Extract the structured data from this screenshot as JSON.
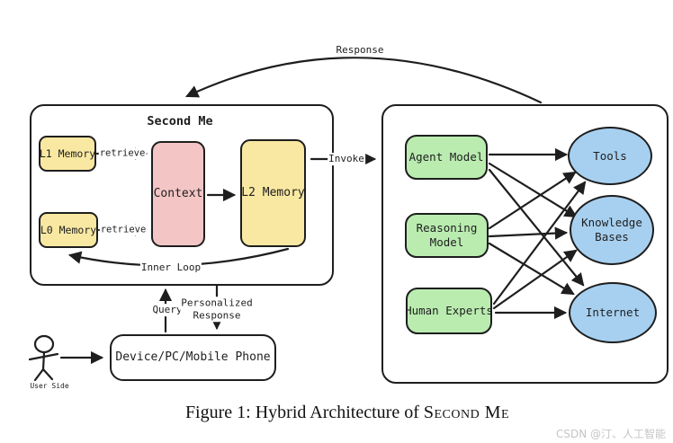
{
  "page": {
    "caption_prefix": "Figure 1: Hybrid Architecture of ",
    "caption_subject": "Second Me",
    "watermark": "CSDN @汀、人工智能"
  },
  "second_me": {
    "title": "Second Me",
    "l1_memory": "L1 Memory",
    "l0_memory": "L0 Memory",
    "context": "Context",
    "l2_memory": "L2 Memory",
    "retrieve_l1": "retrieve",
    "retrieve_l0": "retrieve",
    "inner_loop": "Inner Loop"
  },
  "hybrid": {
    "models": [
      "Agent Model",
      "Reasoning Model",
      "Human Experts"
    ],
    "resources": [
      "Tools",
      "Knowledge Bases",
      "Internet"
    ]
  },
  "edges": {
    "response": "Response",
    "invoke": "Invoke",
    "query": "Query",
    "personalized_response": "Personalized\nResponse"
  },
  "user_side": {
    "label": "User Side",
    "device": "Device/PC/Mobile Phone"
  },
  "colors": {
    "memory_fill": "#f8e8a2",
    "context_fill": "#f4c5c5",
    "model_fill": "#baecb0",
    "resource_fill": "#a7d0f0",
    "stroke": "#1e1e1e",
    "watermark_gray": "#c5c5c5"
  }
}
